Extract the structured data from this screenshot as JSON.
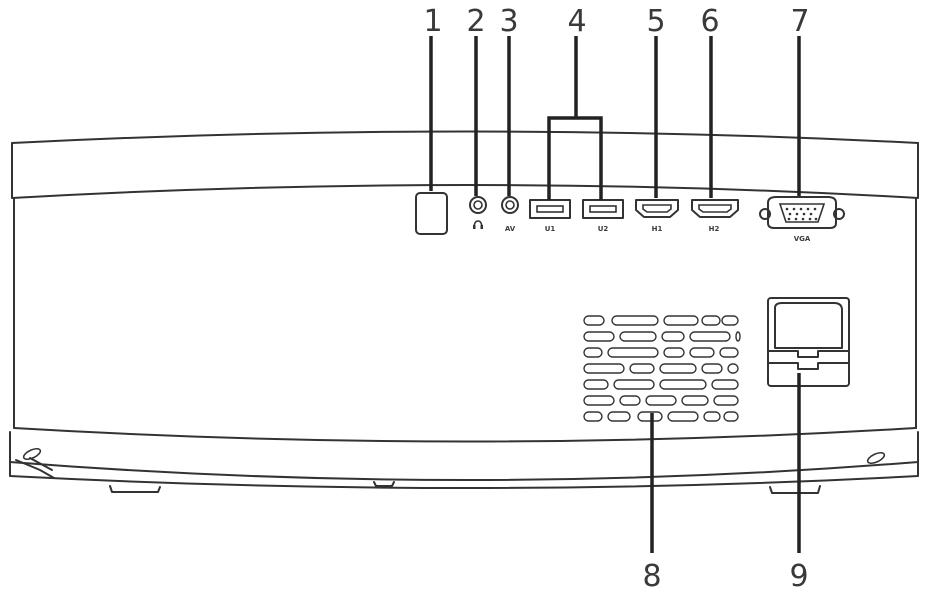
{
  "callouts": {
    "n1": "1",
    "n2": "2",
    "n3": "3",
    "n4": "4",
    "n5": "5",
    "n6": "6",
    "n7": "7",
    "n8": "8",
    "n9": "9"
  },
  "port_labels": {
    "av": "AV",
    "usb1": "U1",
    "usb2": "U2",
    "hdmi1": "H1",
    "hdmi2": "H2",
    "vga": "VGA"
  },
  "icons": {
    "headphone": "headphone-icon"
  },
  "colors": {
    "line": "#333333",
    "background": "#ffffff"
  }
}
